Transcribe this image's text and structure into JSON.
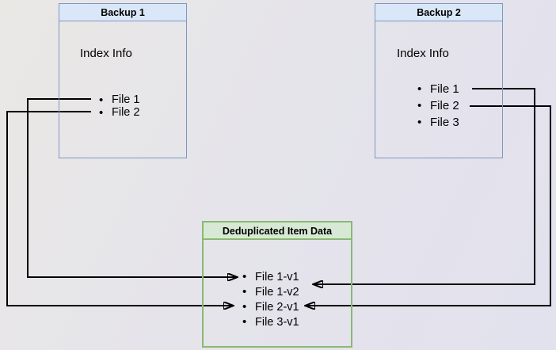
{
  "diagram": {
    "backup1": {
      "title": "Backup 1",
      "label": "Index Info",
      "items": [
        "File 1",
        "File 2"
      ]
    },
    "backup2": {
      "title": "Backup 2",
      "label": "Index Info",
      "items": [
        "File 1",
        "File 2",
        "File 3"
      ]
    },
    "dedup": {
      "title": "Deduplicated Item Data",
      "items": [
        "File 1-v1",
        "File 1-v2",
        "File 2-v1",
        "File 3-v1"
      ]
    },
    "connections": [
      {
        "from": "Backup 1 / File 1",
        "to": "File 1-v1"
      },
      {
        "from": "Backup 1 / File 2",
        "to": "File 2-v1"
      },
      {
        "from": "Backup 2 / File 1",
        "to": "File 1-v2"
      },
      {
        "from": "Backup 2 / File 2",
        "to": "File 2-v1"
      }
    ],
    "colors": {
      "backup_header_fill": "#d9e7f9",
      "backup_border": "#7e97c3",
      "dedup_header_fill": "#d7e9d4",
      "dedup_border": "#8ab873",
      "arrow": "#000000",
      "background_start": "#eae8e5",
      "background_end": "#e2e1ee"
    }
  }
}
